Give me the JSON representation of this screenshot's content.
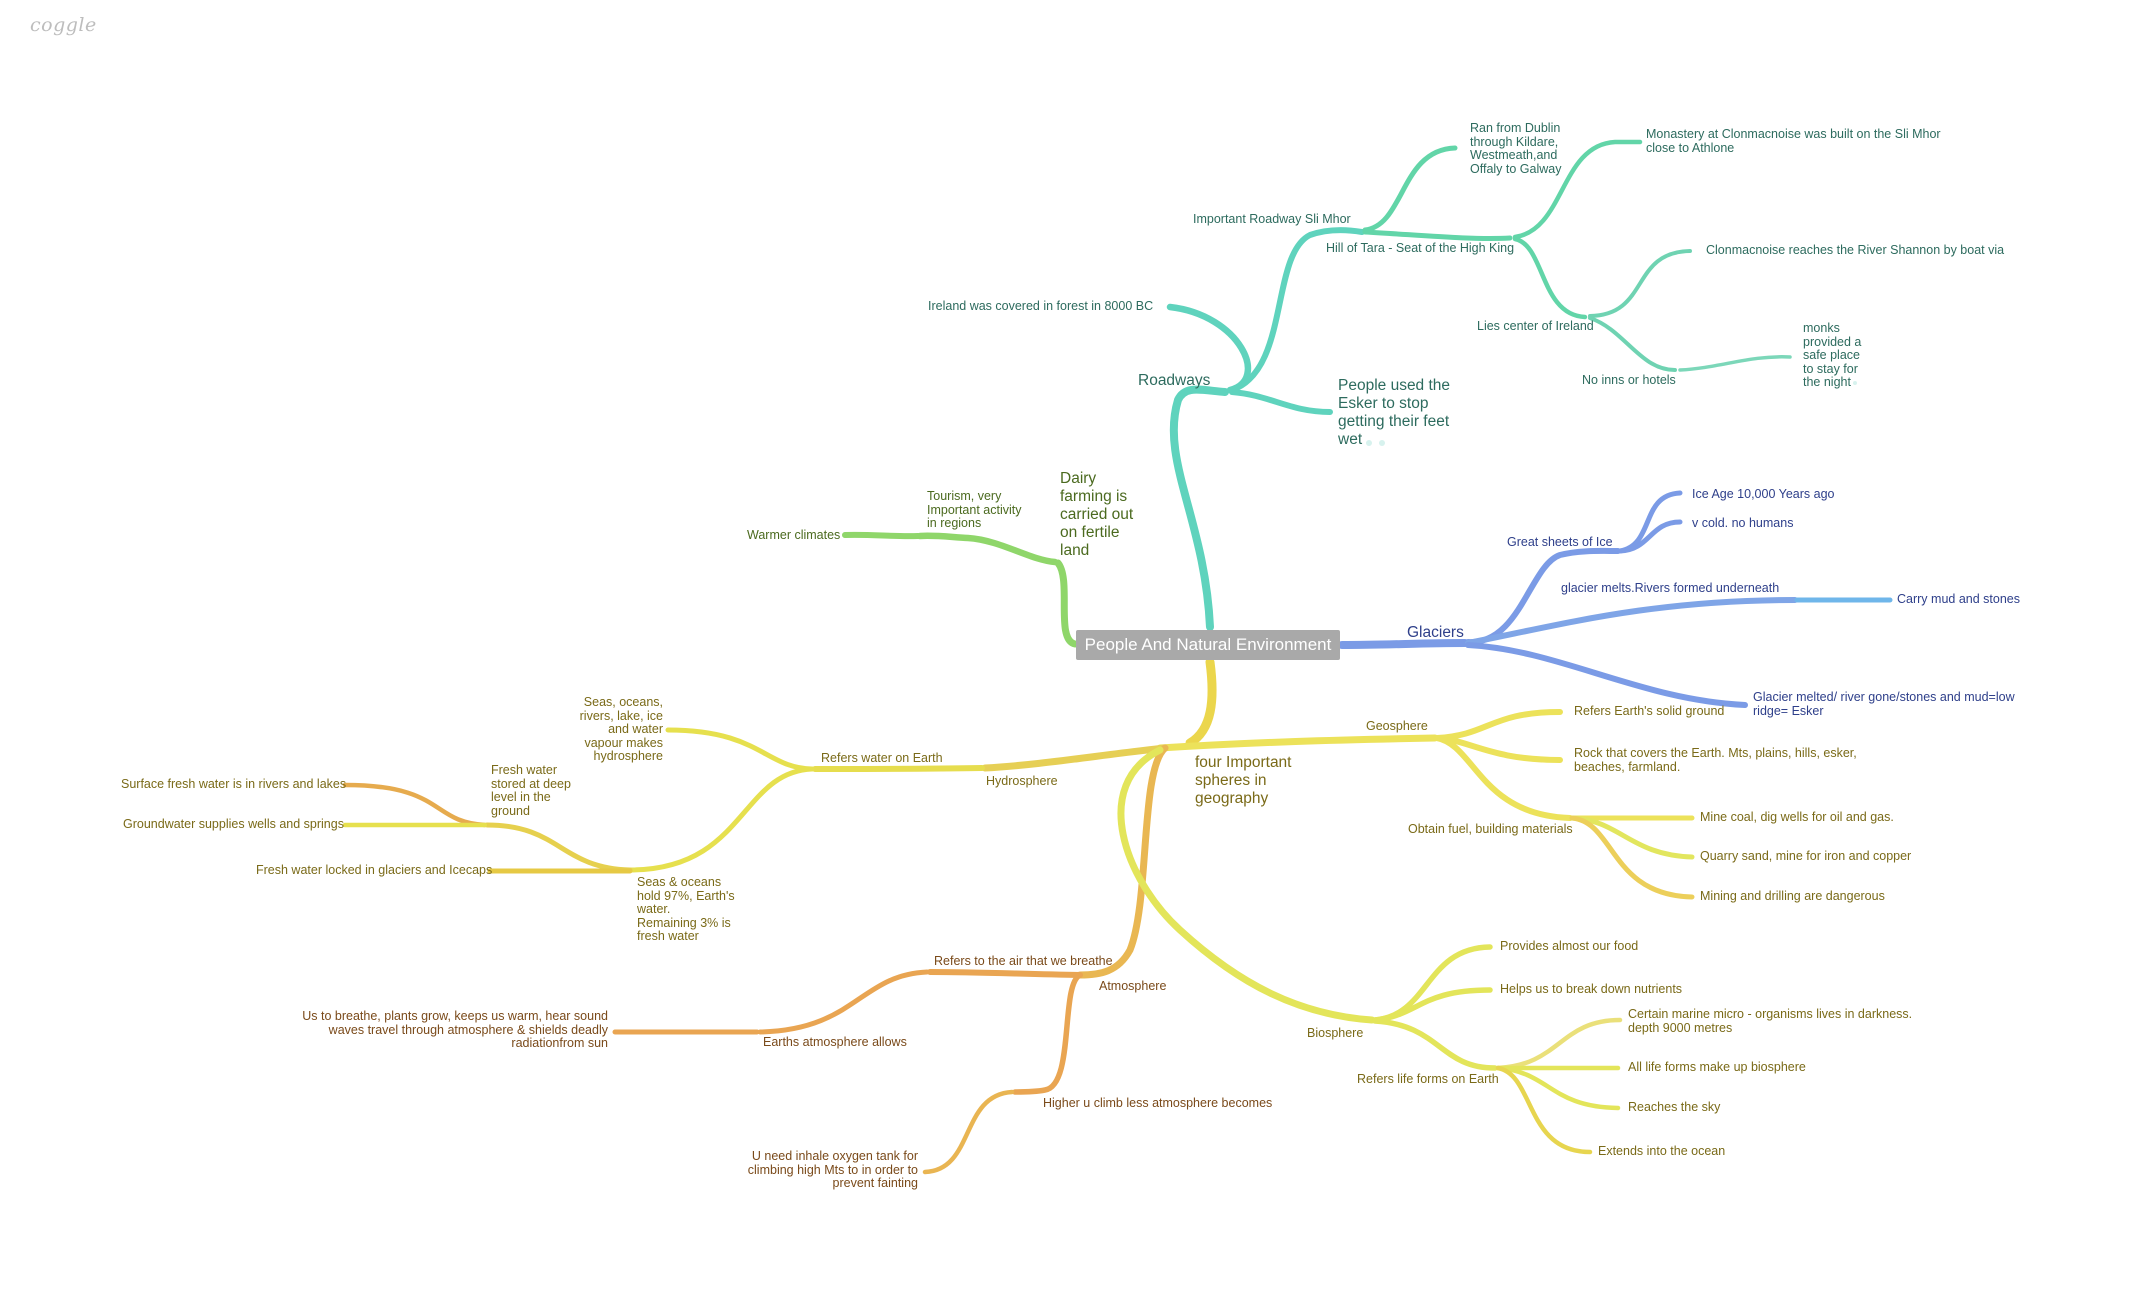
{
  "brand": "coggle",
  "root": "People And Natural Environment",
  "colors": {
    "roadways": "#5fd3bd",
    "farming": "#8fd66a",
    "glaciers": "#7b9be6",
    "glaciers_light": "#6fb6ea",
    "geosphere": "#ece25a",
    "hydrosphere": "#e6dd4e",
    "atmosphere": "#e9a552",
    "biosphere": "#e3e55a"
  },
  "roadways": {
    "label": "Roadways",
    "forest": "Ireland was covered in forest in 8000 BC",
    "important": "Important Roadway Sli Mhor",
    "ran_from": "Ran from Dublin\nthrough Kildare,\nWestmeath,and\nOffaly to Galway",
    "hill": "Hill of Tara - Seat of the High King",
    "monastery": "Monastery at Clonmacnoise was built on the Sli Mhor\nclose to Athlone",
    "lies_center": "Lies center of Ireland",
    "clonmacnoise": "Clonmacnoise reaches the River Shannon by boat via",
    "no_inns": "No inns or hotels",
    "monks": "monks\nprovided a\nsafe place\nto stay for\nthe night",
    "esker": "People used the\nEsker to stop\ngetting their feet\nwet"
  },
  "farming": {
    "dairy": "Dairy\nfarming is\ncarried out\non fertile\nland",
    "tourism": "Tourism, very\nImportant activity\nin regions",
    "warmer": "Warmer climates"
  },
  "glaciers": {
    "label": "Glaciers",
    "sheets": "Great sheets of Ice",
    "ice_age": "Ice Age 10,000 Years ago",
    "cold": "v cold. no humans",
    "melts": "glacier melts.Rivers formed underneath",
    "carry": "Carry mud and stones",
    "melted": "Glacier melted/ river gone/stones and mud=low\nridge= Esker"
  },
  "spheres": {
    "label": "four Important\nspheres in\ngeography"
  },
  "geosphere": {
    "label": "Geosphere",
    "solid": "Refers Earth's solid ground",
    "rock": "Rock that covers the Earth. Mts, plains, hills, esker,\nbeaches, farmland.",
    "fuel": "Obtain fuel, building materials",
    "coal": "Mine coal, dig wells for oil and gas.",
    "quarry": "Quarry sand, mine for iron and copper",
    "mining": "Mining and drilling are dangerous"
  },
  "hydrosphere": {
    "label": "Hydrosphere",
    "refers": "Refers water on Earth",
    "seas": "Seas, oceans,\nrivers, lake, ice\nand water\nvapour makes\nhydrosphere",
    "oceans": "Seas & oceans\nhold 97%, Earth's\nwater.\nRemaining 3% is\nfresh water",
    "fresh_deep": "Fresh water\nstored at deep\nlevel in the\nground",
    "surface": "Surface fresh water is in rivers and lakes",
    "groundwater": "Groundwater supplies wells and springs",
    "locked": "Fresh water locked in glaciers and Icecaps"
  },
  "atmosphere": {
    "label": "Atmosphere",
    "air": "Refers to the air that we breathe",
    "allows": "Earths atmosphere allows",
    "breathe": "Us to breathe, plants grow, keeps us warm, hear sound\nwaves travel through atmosphere & shields deadly\nradiationfrom sun",
    "higher": "Higher u climb less atmosphere becomes",
    "oxygen": "U need inhale oxygen tank for\nclimbing high Mts to in order to\nprevent fainting"
  },
  "biosphere": {
    "label": "Biosphere",
    "food": "Provides almost our food",
    "nutrients": "Helps us to break down nutrients",
    "life": "Refers life forms on Earth",
    "marine": "Certain marine micro - organisms lives in darkness.\ndepth 9000 metres",
    "all_life": "All life forms make up biosphere",
    "sky": "Reaches the sky",
    "ocean": "Extends into the ocean"
  }
}
